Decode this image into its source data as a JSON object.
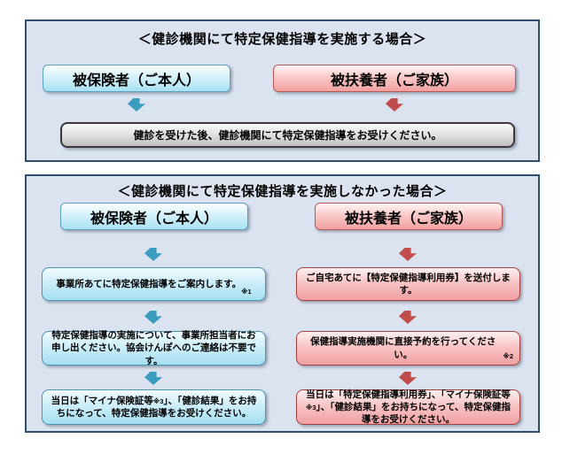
{
  "colors": {
    "panel_background": "#dbe3f1",
    "panel_border": "#2f4e6f",
    "insured_accent": "#3a9dbe",
    "dependent_accent": "#bf4e4b",
    "gray_box_border": "#3a3a3a"
  },
  "with_guidance": {
    "title": "＜健診機関にて特定保健指導を実施する場合＞",
    "insured_label": "被保険者（ご本人）",
    "dependent_label": "被扶養者（ご家族）",
    "instruction": "健診を受けた後、健診機関にて特定保健指導をお受けください。"
  },
  "without_guidance": {
    "title": "＜健診機関にて特定保健指導を実施しなかった場合＞",
    "insured": {
      "label": "被保険者（ご本人）",
      "steps": [
        {
          "pre": "事業所あてに特定保健指導をご案内します。",
          "note": "※1",
          "post": ""
        },
        {
          "pre": "特定保健指導の実施について、事業所担当者にお申し出ください。協会けんぽへのご連絡は不要です。",
          "note": "",
          "post": ""
        },
        {
          "pre": "当日は「マイナ保険証等",
          "note": "※3",
          "post": "」、「健診結果」をお持ちになって、特定保健指導をお受けください。"
        }
      ]
    },
    "dependent": {
      "label": "被扶養者（ご家族）",
      "steps": [
        {
          "pre": "ご自宅あてに【特定保健指導利用券】を送付します。",
          "note": "",
          "post": ""
        },
        {
          "pre": "保健指導実施機関に直接予約を行ってください。",
          "note": "※2",
          "post": ""
        },
        {
          "pre": "当日は「特定保健指導利用券」、「マイナ保険証等",
          "note": "※3",
          "post": "」、「健診結果」をお持ちになって、特定保健指導をお受けください。"
        }
      ]
    }
  }
}
